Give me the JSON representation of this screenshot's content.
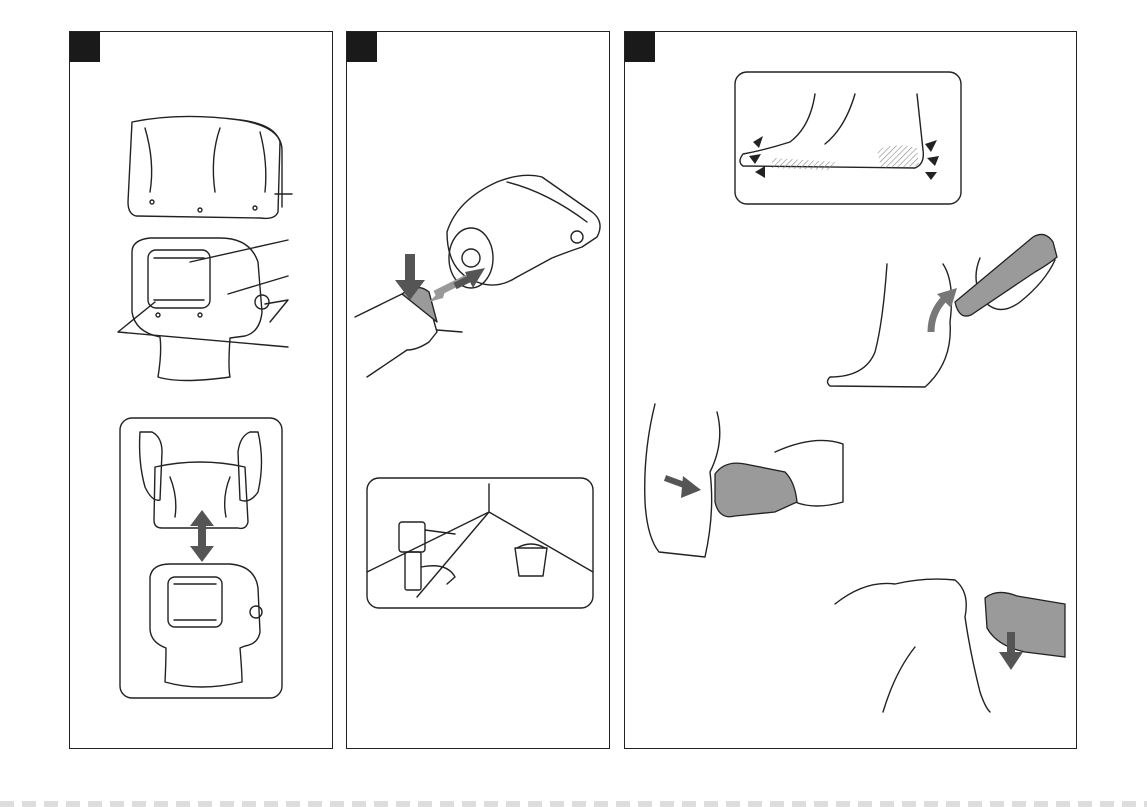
{
  "panels": [
    {
      "id": "panel-1",
      "step_label": ""
    },
    {
      "id": "panel-2",
      "step_label": ""
    },
    {
      "id": "panel-3",
      "step_label": ""
    }
  ],
  "colors": {
    "line": "#222222",
    "arrow_dark": "#555555",
    "arrow_light": "#999999",
    "device_gray": "#9a9a9a",
    "hatch": "#888888"
  },
  "icons": [
    "double-arrow-icon",
    "push-arrow-icon",
    "curved-arrow-icon",
    "down-arrow-icon",
    "tap-icon",
    "bowl-icon"
  ]
}
